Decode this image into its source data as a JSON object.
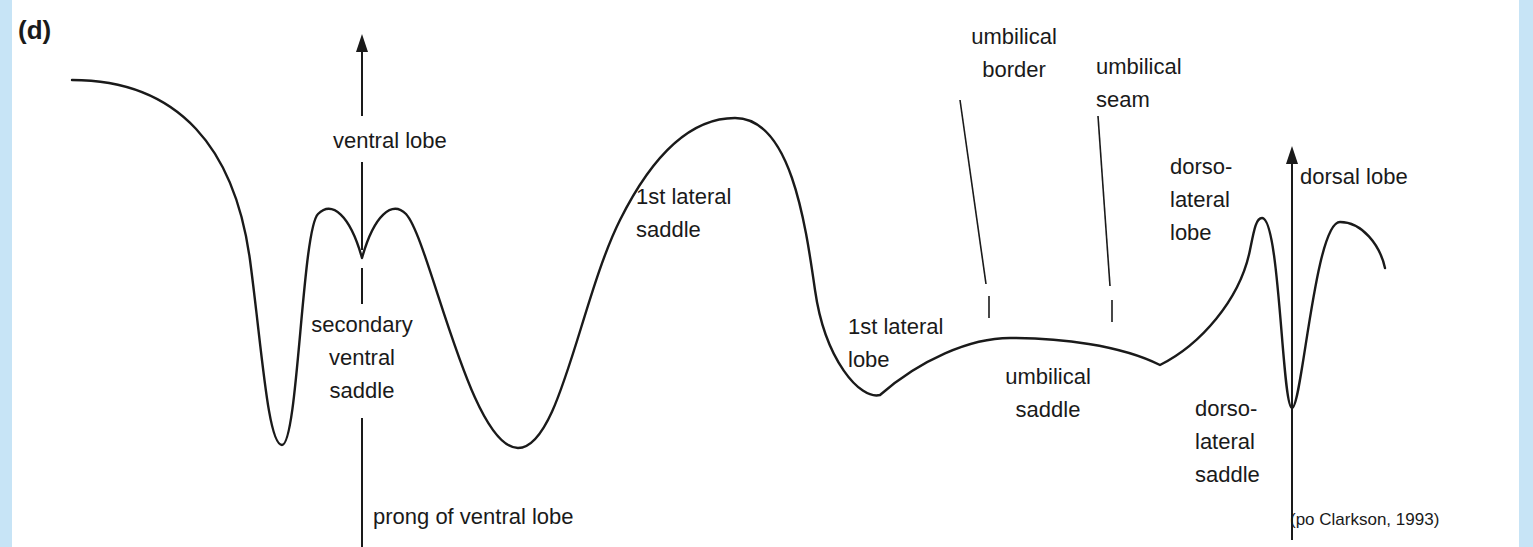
{
  "diagram": {
    "labels": [
      "(d)",
      "ventral lobe",
      "secondary ventral saddle",
      "prong of ventral lobe",
      "1st lateral saddle",
      "1st lateral lobe",
      "umbilical border",
      "umbilical seam",
      "umbilical saddle",
      "dorso- lateral lobe",
      "dorso- lateral saddle",
      "dorsal lobe",
      "(po Clarkson, 1993)"
    ]
  }
}
